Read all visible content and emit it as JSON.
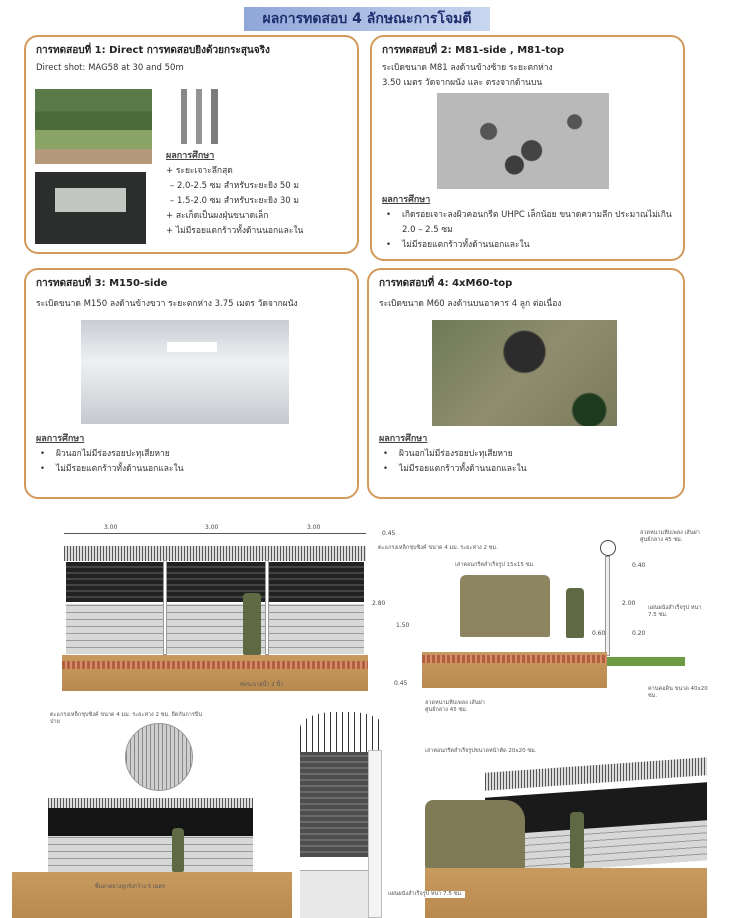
{
  "title": "ผลการทดสอบ 4 ลักษณะการโจมตี",
  "result_heading": "ผลการศึกษา",
  "cards": [
    {
      "title": "การทดสอบที่ 1: Direct การทดสอบยิงด้วยกระสุนจริง",
      "desc": [
        "Direct shot: MAG58 at 30 and 50m"
      ],
      "results": [
        "+ ระยะเจาะลึกสุด",
        "– 2.0-2.5 ซม สำหรับระยะยิง 50 ม",
        "– 1.5-2.0 ซม สำหรับระยะยิง 30 ม",
        "+ สะเก็ดเป็นผงฝุ่นขนาดเล็ก",
        "+ ไม่มีรอยแตกร้าวทั้งด้านนอกและใน"
      ]
    },
    {
      "title": "การทดสอบที่ 2: M81-side , M81-top",
      "desc": [
        "ระเบิดขนาด M81 ลงด้านข้างซ้าย ระยะตกห่าง",
        "3.50 เมตร วัดจากผนัง และ ตรงจากด้านบน"
      ],
      "results": [
        "เกิดรอยเจาะลงผิวคอนกรีต UHPC เล็กน้อย ขนาดความลึก ประมาณไม่เกิน 2.0 – 2.5 ซม",
        "ไม่มีรอยแตกร้าวทั้งด้านนอกและใน"
      ]
    },
    {
      "title": "การทดสอบที่ 3: M150-side",
      "desc": [
        "ระเบิดขนาด M150 ลงด้านข้างขวา ระยะตกห่าง 3.75 เมตร วัดจากผนัง"
      ],
      "results": [
        "ผิวนอกไม่มีร่องรอยปะทุเสียหาย",
        "ไม่มีรอยแตกร้าวทั้งด้านนอกและใน"
      ]
    },
    {
      "title": "การทดสอบที่ 4: 4xM60-top",
      "desc": [
        "ระเบิดขนาด M60 ลงด้านบนอาคาร 4 ลูก ต่อเนื่อง"
      ],
      "results": [
        "ผิวนอกไม่มีร่องรอยปะทุเสียหาย",
        "ไม่มีรอยแตกร้าวทั้งด้านนอกและใน"
      ]
    }
  ],
  "drawing": {
    "dims": [
      "3.00",
      "3.00",
      "3.00",
      "0.45",
      "2.80",
      "1.50",
      "0.45",
      "0.40",
      "2.00",
      "0.20",
      "0.60"
    ],
    "labels": {
      "mesh": "ตะแกรงเหล็กชุบซิงค์ ขนาด 4 มม. ระยะห่าง 2 ซม.",
      "post": "เสาคอนกรีตสำเร็จรูป 15x15 ซม.",
      "wire": "ลวดหนามหีบเพลง เส้นผ่าศูนย์กลาง 45 ซม.",
      "panel": "แผ่นผนังสำเร็จรูป หนา 7.5 ซม.",
      "beam": "คานคอดิน ขนาด 40x20 ซม.",
      "drain": "ท่อระบายน้ำ 2 นิ้ว",
      "mesh2": "ตะแกรงเหล็กชุบซิงค์ ขนาด 4 มม. ระยะห่าง 2 ซม. ยึดกันการปีนป่าย",
      "post2": "เสาคอนกรีตสำเร็จรูปขนาดหน้าตัด 20x20 ซม.",
      "panel2": "แผ่นผนังสำเร็จรูป หนา 7.5 ซม.",
      "road": "พื้นลาดยางลูกรังกว้าง 5 เมตร"
    }
  }
}
